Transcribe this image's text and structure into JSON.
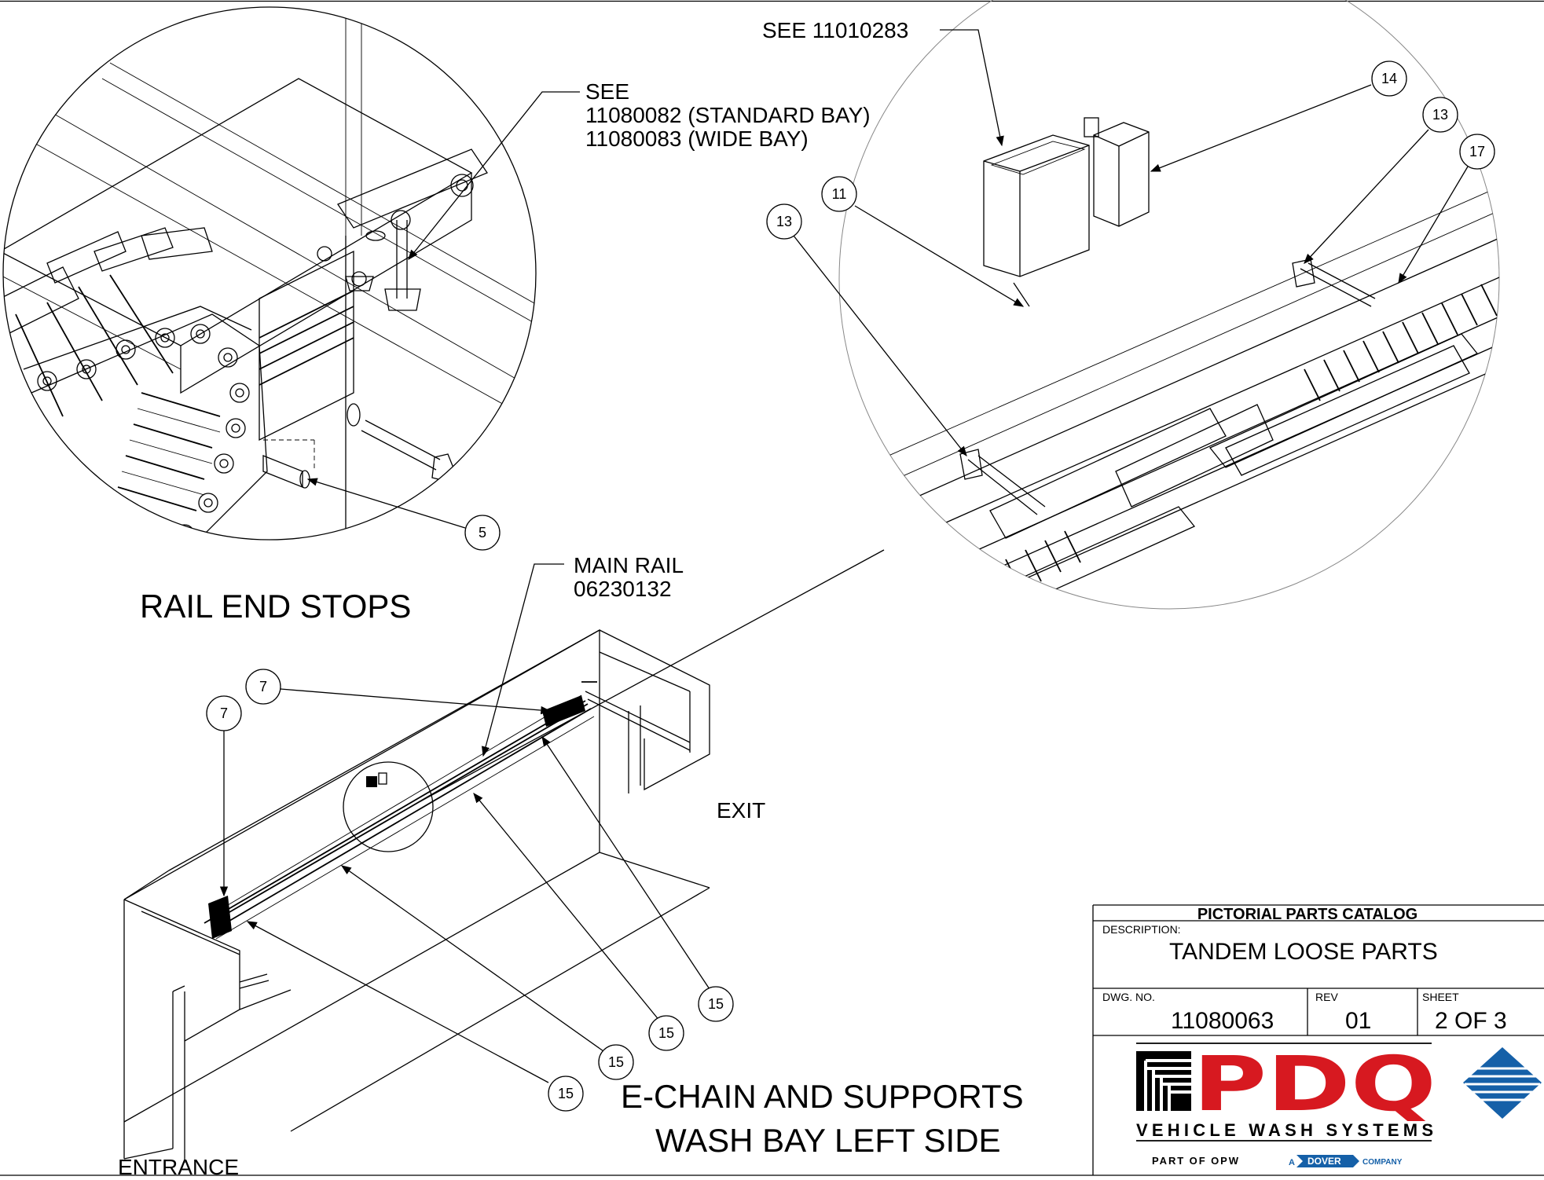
{
  "detail_rail_end": {
    "callout_line1": "SEE",
    "callout_line2": "11080082 (STANDARD BAY)",
    "callout_line3": "11080083 (WIDE BAY)",
    "title": "RAIL END STOPS",
    "item": "5"
  },
  "detail_controller": {
    "callout": "SEE 11010283",
    "items": [
      "14",
      "13",
      "17",
      "11",
      "13"
    ]
  },
  "main_view": {
    "callout_line1": "MAIN RAIL",
    "callout_line2": "06230132",
    "items_7": [
      "7",
      "7"
    ],
    "items_15": [
      "15",
      "15",
      "15",
      "15"
    ],
    "exit_label": "EXIT",
    "entrance_label": "ENTRANCE",
    "title_line1": "E-CHAIN AND SUPPORTS",
    "title_line2": "WASH BAY LEFT SIDE"
  },
  "title_block": {
    "header": "PICTORIAL PARTS CATALOG",
    "description_label": "DESCRIPTION:",
    "description": "TANDEM LOOSE PARTS",
    "dwg_label": "DWG. NO.",
    "dwg_no": "11080063",
    "rev_label": "REV",
    "rev": "01",
    "sheet_label": "SHEET",
    "sheet": "2 OF 3"
  },
  "logo": {
    "brand": "PDQ",
    "tagline": "VEHICLE WASH SYSTEMS",
    "part_of": "PART OF OPW",
    "dover": "DOVER",
    "company": "COMPANY",
    "brand_color": "#d71920",
    "dover_color": "#1560a8"
  }
}
